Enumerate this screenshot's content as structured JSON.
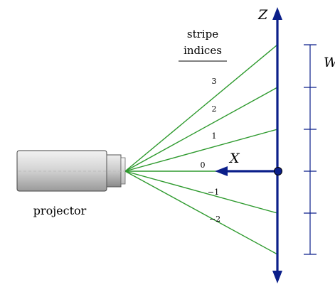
{
  "diagram": {
    "labels": {
      "legend_line1": "stripe",
      "legend_line2": "indices",
      "axis_z": "Z",
      "axis_x": "X",
      "width": "W",
      "projector": "projector"
    },
    "stripes": [
      {
        "index": "3"
      },
      {
        "index": "2"
      },
      {
        "index": "1"
      },
      {
        "index": "0"
      },
      {
        "index": "−1"
      },
      {
        "index": "−2"
      }
    ],
    "colors": {
      "stripe_line": "#2e9a2e",
      "axis": "#0b1f8a",
      "projector_body": "#d0d0d0",
      "text": "#000000"
    },
    "icons": {
      "projector": "projector-icon"
    }
  }
}
